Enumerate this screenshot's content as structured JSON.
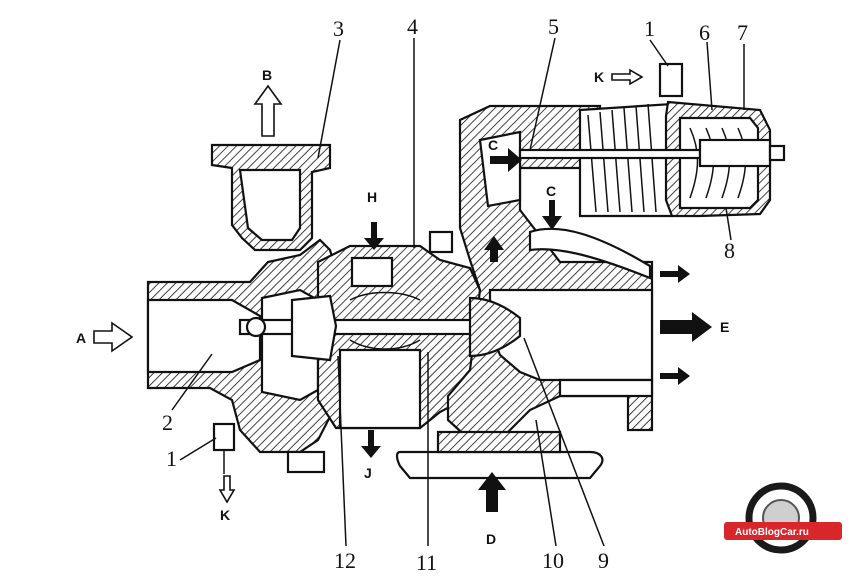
{
  "callouts": {
    "n1_top": "1",
    "n1_left": "1",
    "n2": "2",
    "n3": "3",
    "n4": "4",
    "n5": "5",
    "n6": "6",
    "n7": "7",
    "n8": "8",
    "n9": "9",
    "n10": "10",
    "n11": "11",
    "n12": "12"
  },
  "flow_labels": {
    "a": "A",
    "b": "B",
    "c_left": "C",
    "c_down": "C",
    "d": "D",
    "e": "E",
    "h": "H",
    "j": "J",
    "k_top": "K",
    "k_bottom": "K"
  },
  "watermark": {
    "text": "AutoBlogCar.ru",
    "color": "#d8262b"
  }
}
